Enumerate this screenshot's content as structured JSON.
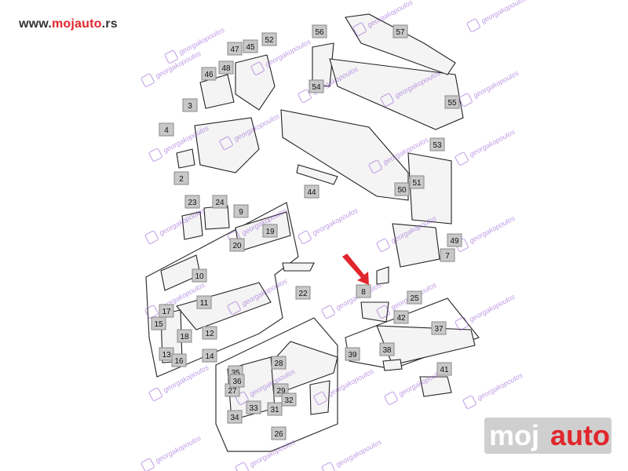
{
  "header": {
    "url_prefix": "www.",
    "url_brand": "mojauto",
    "url_suffix": ".rs"
  },
  "logo": {
    "part1": "moj",
    "part2": "auto"
  },
  "watermark": {
    "text": "georgakopoulos",
    "color": "#8a4bd0"
  },
  "colors": {
    "label_box_fill": "#c8c8c8",
    "label_box_stroke": "#888888",
    "line": "#333333",
    "arrow": "#e0262c"
  },
  "callouts": [
    "2",
    "3",
    "4",
    "7",
    "8",
    "9",
    "10",
    "11",
    "12",
    "13",
    "14",
    "15",
    "16",
    "17",
    "18",
    "19",
    "20",
    "22",
    "23",
    "24",
    "25",
    "26",
    "27",
    "28",
    "29",
    "31",
    "32",
    "33",
    "34",
    "35",
    "36",
    "37",
    "38",
    "39",
    "41",
    "42",
    "44",
    "45",
    "46",
    "47",
    "48",
    "49",
    "50",
    "51",
    "52",
    "53",
    "54",
    "55",
    "56",
    "57"
  ]
}
